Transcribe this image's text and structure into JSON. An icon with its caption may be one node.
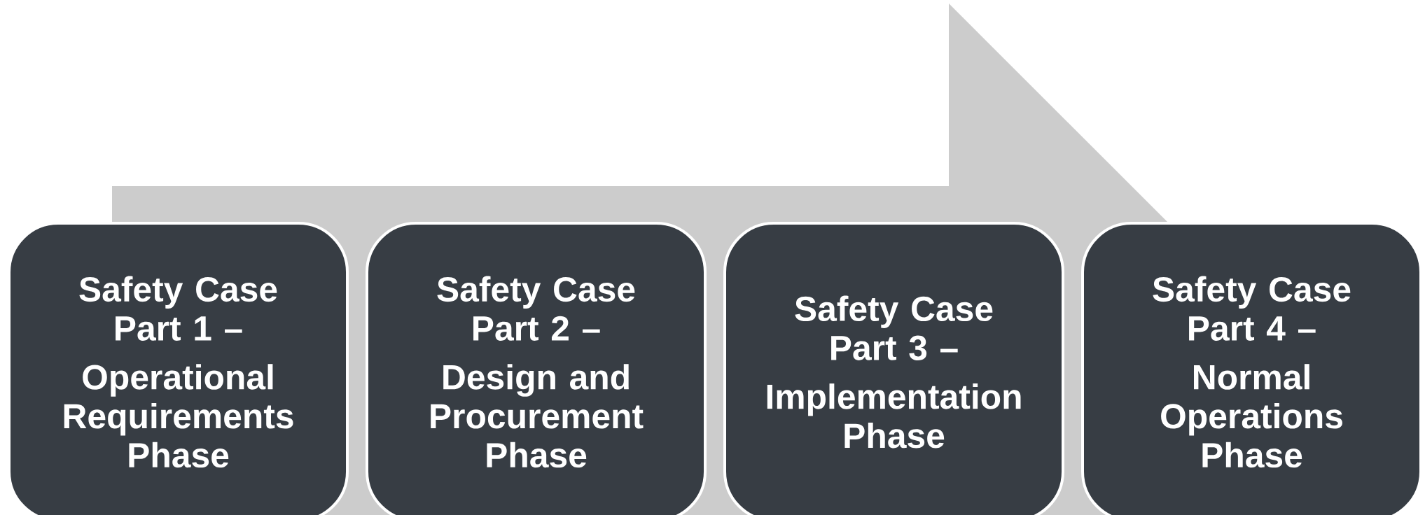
{
  "diagram": {
    "nodes": [
      {
        "text": [
          "Safety Case Part 1 –",
          "Operational Requirements Phase"
        ]
      },
      {
        "text": [
          "Safety Case Part 2 –",
          "Design and Procurement Phase"
        ]
      },
      {
        "text": [
          "Safety Case Part 3 –",
          "Implementation Phase"
        ]
      },
      {
        "text": [
          "Safety Case Part 4 –",
          "Normal Operations Phase"
        ]
      }
    ]
  }
}
